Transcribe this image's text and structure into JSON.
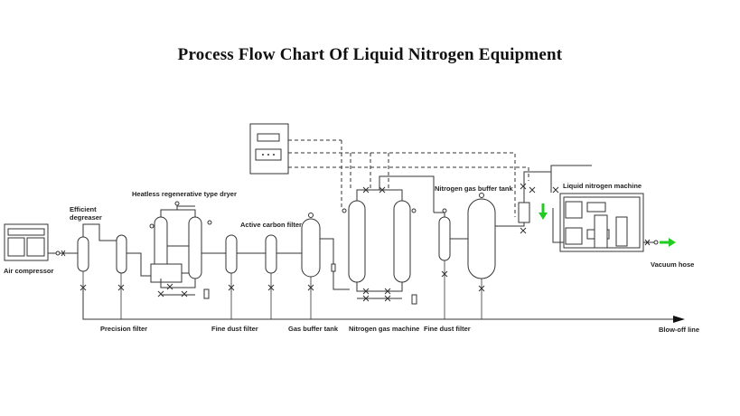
{
  "title": "Process Flow Chart Of Liquid Nitrogen Equipment",
  "labels": {
    "air_compressor": "Air compressor",
    "efficient_degreaser_1": "Efficient",
    "efficient_degreaser_2": "degreaser",
    "dryer": "Heatless regenerative type dryer",
    "precision_filter": "Precision filter",
    "active_carbon_filter": "Active carbon filter",
    "fine_dust_filter_1": "Fine dust filter",
    "gas_buffer_tank": "Gas buffer tank",
    "nitrogen_gas_machine": "Nitrogen gas machine",
    "fine_dust_filter_2": "Fine dust filter",
    "nitrogen_gas_buffer_tank": "Nitrogen gas buffer tank",
    "liquid_nitrogen_machine": "Liquid nitrogen machine",
    "vacuum_hose": "Vacuum hose",
    "blow_off_line": "Blow-off line"
  },
  "colors": {
    "line": "#333333",
    "flow_arrow": "#22cc22"
  }
}
